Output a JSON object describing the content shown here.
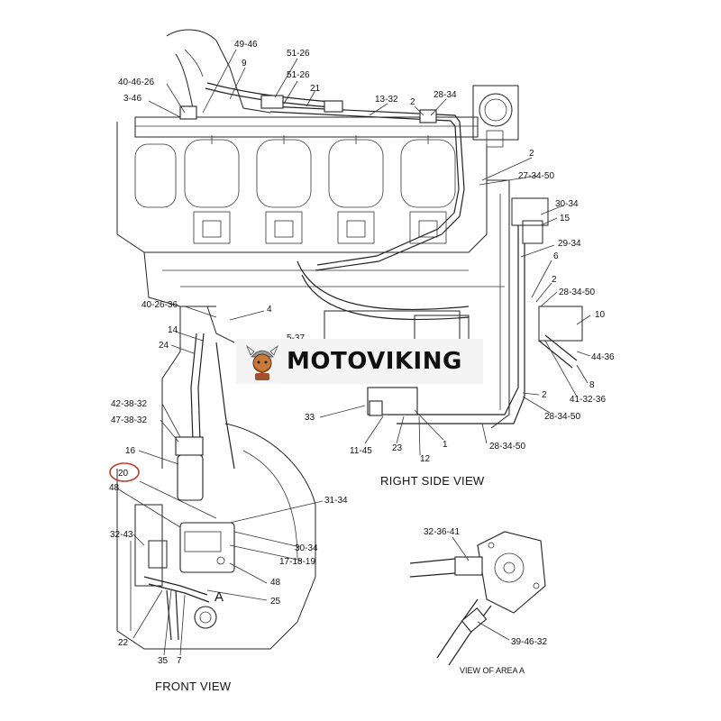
{
  "brand": {
    "name": "MOTOVIKING",
    "logo_icon": "viking-mascot-icon"
  },
  "views": {
    "right_side": "RIGHT SIDE VIEW",
    "front": "FRONT VIEW",
    "area_a": "VIEW OF AREA  A",
    "marker": "A"
  },
  "callouts": [
    "49-46",
    "51-26",
    "51-26",
    "9",
    "21",
    "40-46-26",
    "3-46",
    "13-32",
    "2",
    "28-34",
    "2",
    "27-34-50",
    "30-34",
    "15",
    "29-34",
    "6",
    "2",
    "28-34-50",
    "10",
    "40-26-36",
    "4",
    "14",
    "5-37",
    "24",
    "44-36",
    "8",
    "41-32-36",
    "2",
    "28-34-50",
    "33",
    "42-38-32",
    "47-38-32",
    "11-45",
    "23",
    "12",
    "1",
    "28-34-50",
    "16",
    "20",
    "48",
    "31-34",
    "32-43",
    "30-34",
    "17-18-19",
    "48",
    "25",
    "22",
    "35",
    "7",
    "32-36-41",
    "39-46-32"
  ],
  "highlight_color": "#c0392b"
}
